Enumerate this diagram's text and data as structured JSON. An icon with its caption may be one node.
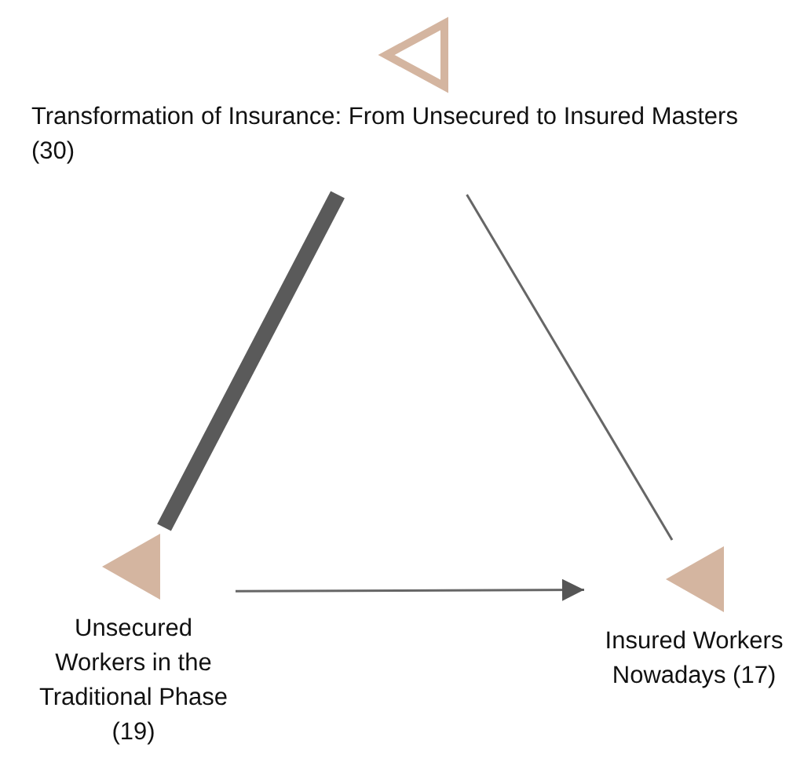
{
  "diagram": {
    "nodes": [
      {
        "text": [
          "Transformation of Insurance: From Unsecured to Insured Masters (30)"
        ]
      },
      {
        "text": [
          "Unsecured Workers in the Traditional Phase (19)"
        ]
      },
      {
        "text": [
          "Insured Workers Nowadays (17)"
        ]
      }
    ],
    "edges": [
      {
        "from": 0,
        "to": 1,
        "arrow": "none",
        "style": "thick"
      },
      {
        "from": 0,
        "to": 2,
        "arrow": "none"
      },
      {
        "from": 1,
        "to": 2,
        "arrow": "to"
      }
    ]
  }
}
